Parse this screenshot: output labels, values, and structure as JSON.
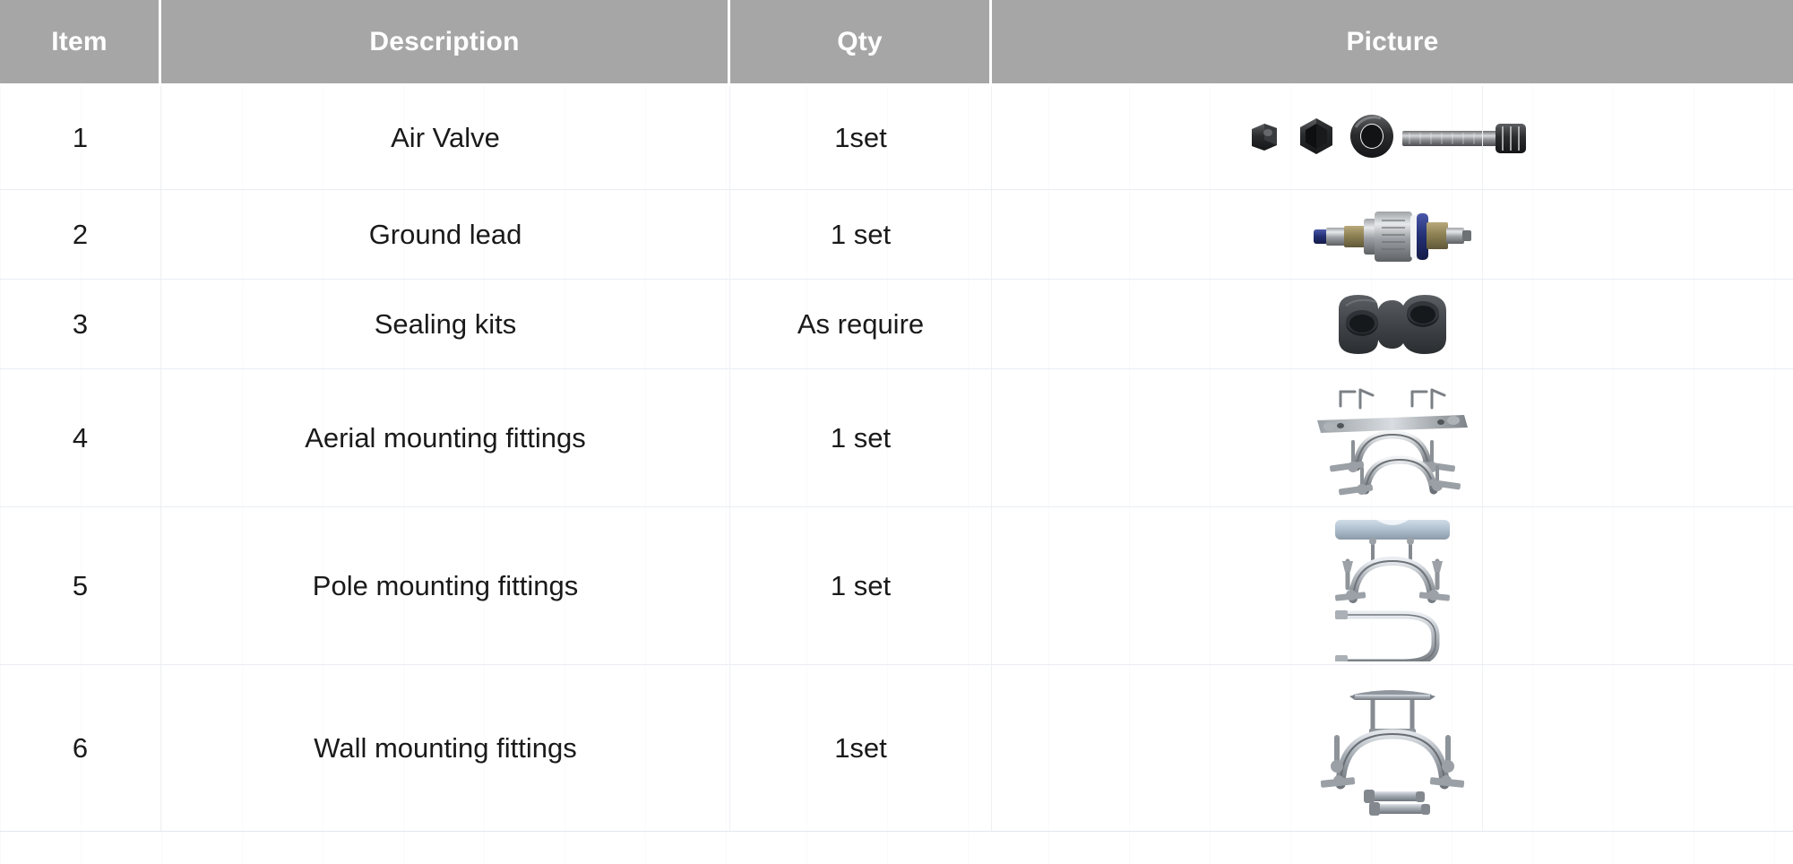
{
  "table": {
    "headers": [
      {
        "key": "item",
        "label": "Item"
      },
      {
        "key": "description",
        "label": "Description"
      },
      {
        "key": "qty",
        "label": "Qty"
      },
      {
        "key": "picture",
        "label": "Picture"
      }
    ],
    "header_bg": "#a6a6a6",
    "header_text_color": "#ffffff",
    "body_bg": "#ffffff",
    "body_text_color": "#1a1a1a",
    "grid_line_color": "#eef1f5",
    "rows": [
      {
        "item": "1",
        "description": "Air Valve",
        "qty": "1set",
        "picture_name": "air-valve-parts-photo"
      },
      {
        "item": "2",
        "description": "Ground lead",
        "qty": "1 set",
        "picture_name": "ground-lead-connector-photo"
      },
      {
        "item": "3",
        "description": "Sealing kits",
        "qty": "As require",
        "picture_name": "sealing-kit-rubber-block-photo"
      },
      {
        "item": "4",
        "description": "Aerial mounting fittings",
        "qty": "1 set",
        "picture_name": "aerial-mounting-fittings-photo"
      },
      {
        "item": "5",
        "description": "Pole mounting fittings",
        "qty": "1 set",
        "picture_name": "pole-mounting-fittings-photo"
      },
      {
        "item": "6",
        "description": "Wall mounting fittings",
        "qty": "1set",
        "picture_name": "wall-mounting-fittings-photo"
      }
    ]
  }
}
